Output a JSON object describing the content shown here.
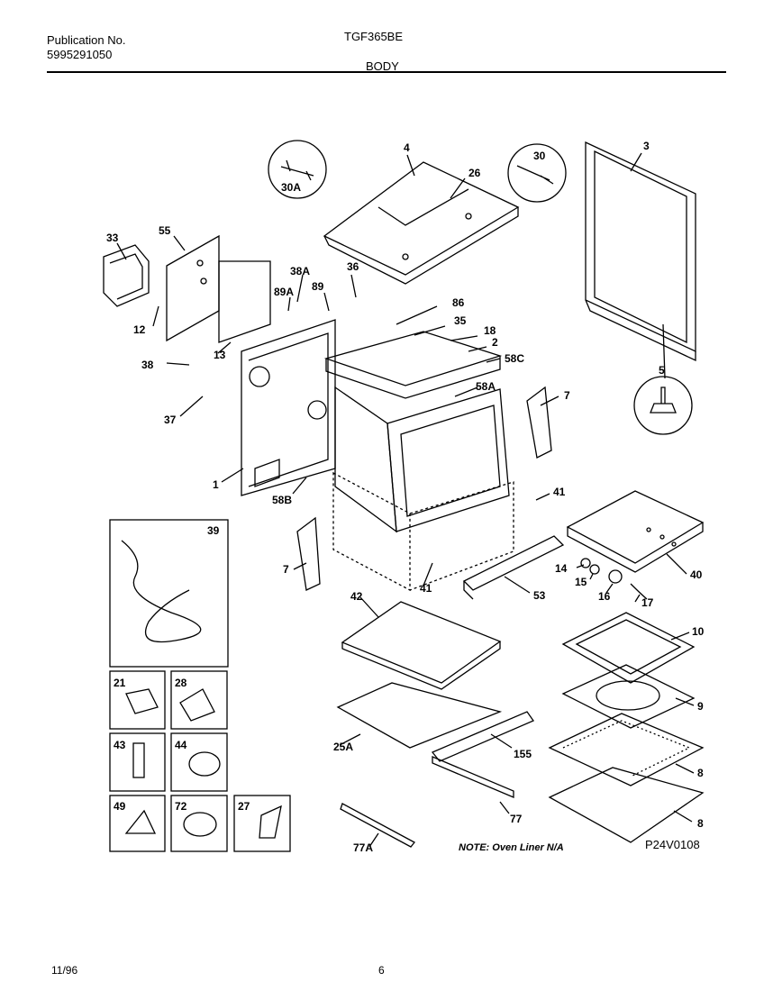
{
  "header": {
    "publication_label": "Publication No.",
    "publication_number": "5995291050",
    "model": "TGF365BE",
    "section": "BODY"
  },
  "callouts": {
    "p3": "3",
    "p4": "4",
    "p26": "26",
    "p30": "30",
    "p30a": "30A",
    "p33": "33",
    "p55": "55",
    "p38a": "38A",
    "p36": "36",
    "p89a": "89A",
    "p89": "89",
    "p86": "86",
    "p35": "35",
    "p18": "18",
    "p2": "2",
    "p58c": "58C",
    "p12": "12",
    "p38": "38",
    "p13": "13",
    "p5": "5",
    "p58a": "58A",
    "p7a": "7",
    "p37": "37",
    "p1": "1",
    "p58b": "58B",
    "p41a": "41",
    "p39": "39",
    "p7b": "7",
    "p14": "14",
    "p15": "15",
    "p16": "16",
    "p17": "17",
    "p40": "40",
    "p53": "53",
    "p41b": "41",
    "p42": "42",
    "p10": "10",
    "p9": "9",
    "p8a": "8",
    "p8b": "8",
    "p21": "21",
    "p28": "28",
    "p43": "43",
    "p44": "44",
    "p25a": "25A",
    "p155": "155",
    "p49": "49",
    "p72": "72",
    "p27": "27",
    "p77": "77",
    "p77a": "77A"
  },
  "note": "NOTE: Oven Liner N/A",
  "drawing_code": "P24V0108",
  "footer": {
    "date": "11/96",
    "page": "6"
  }
}
